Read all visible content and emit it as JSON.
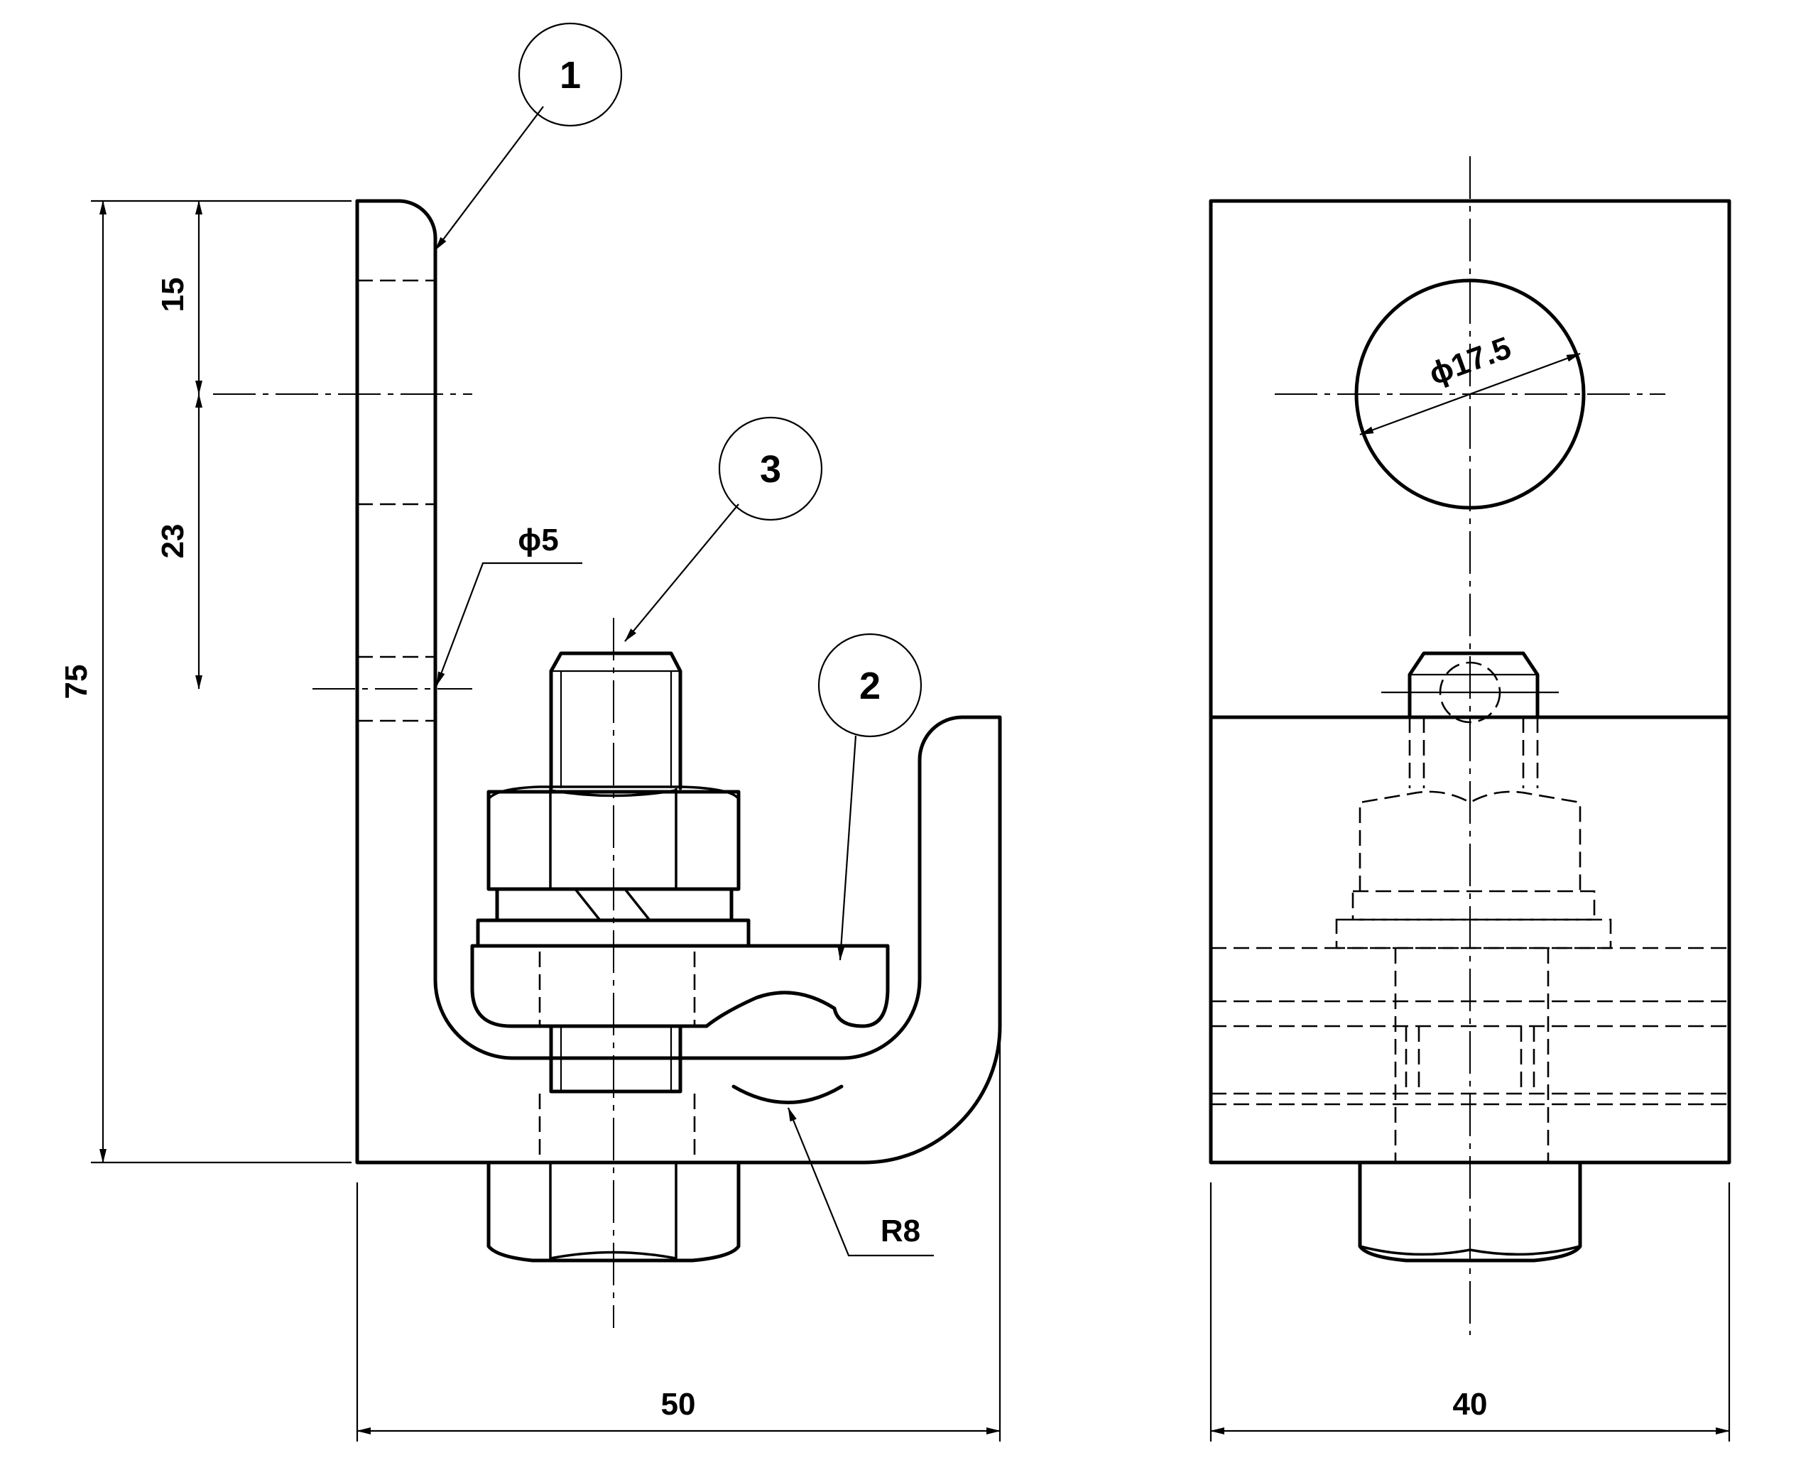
{
  "drawing": {
    "balloons": [
      "1",
      "2",
      "3"
    ],
    "dimensions": {
      "overall_height": "75",
      "top_hole_offset": "15",
      "hole_spacing": "23",
      "small_hole_dia": "ϕ5",
      "large_hole_dia": "ϕ17.5",
      "bend_radius": "R8",
      "front_width": "50",
      "side_width": "40"
    }
  }
}
